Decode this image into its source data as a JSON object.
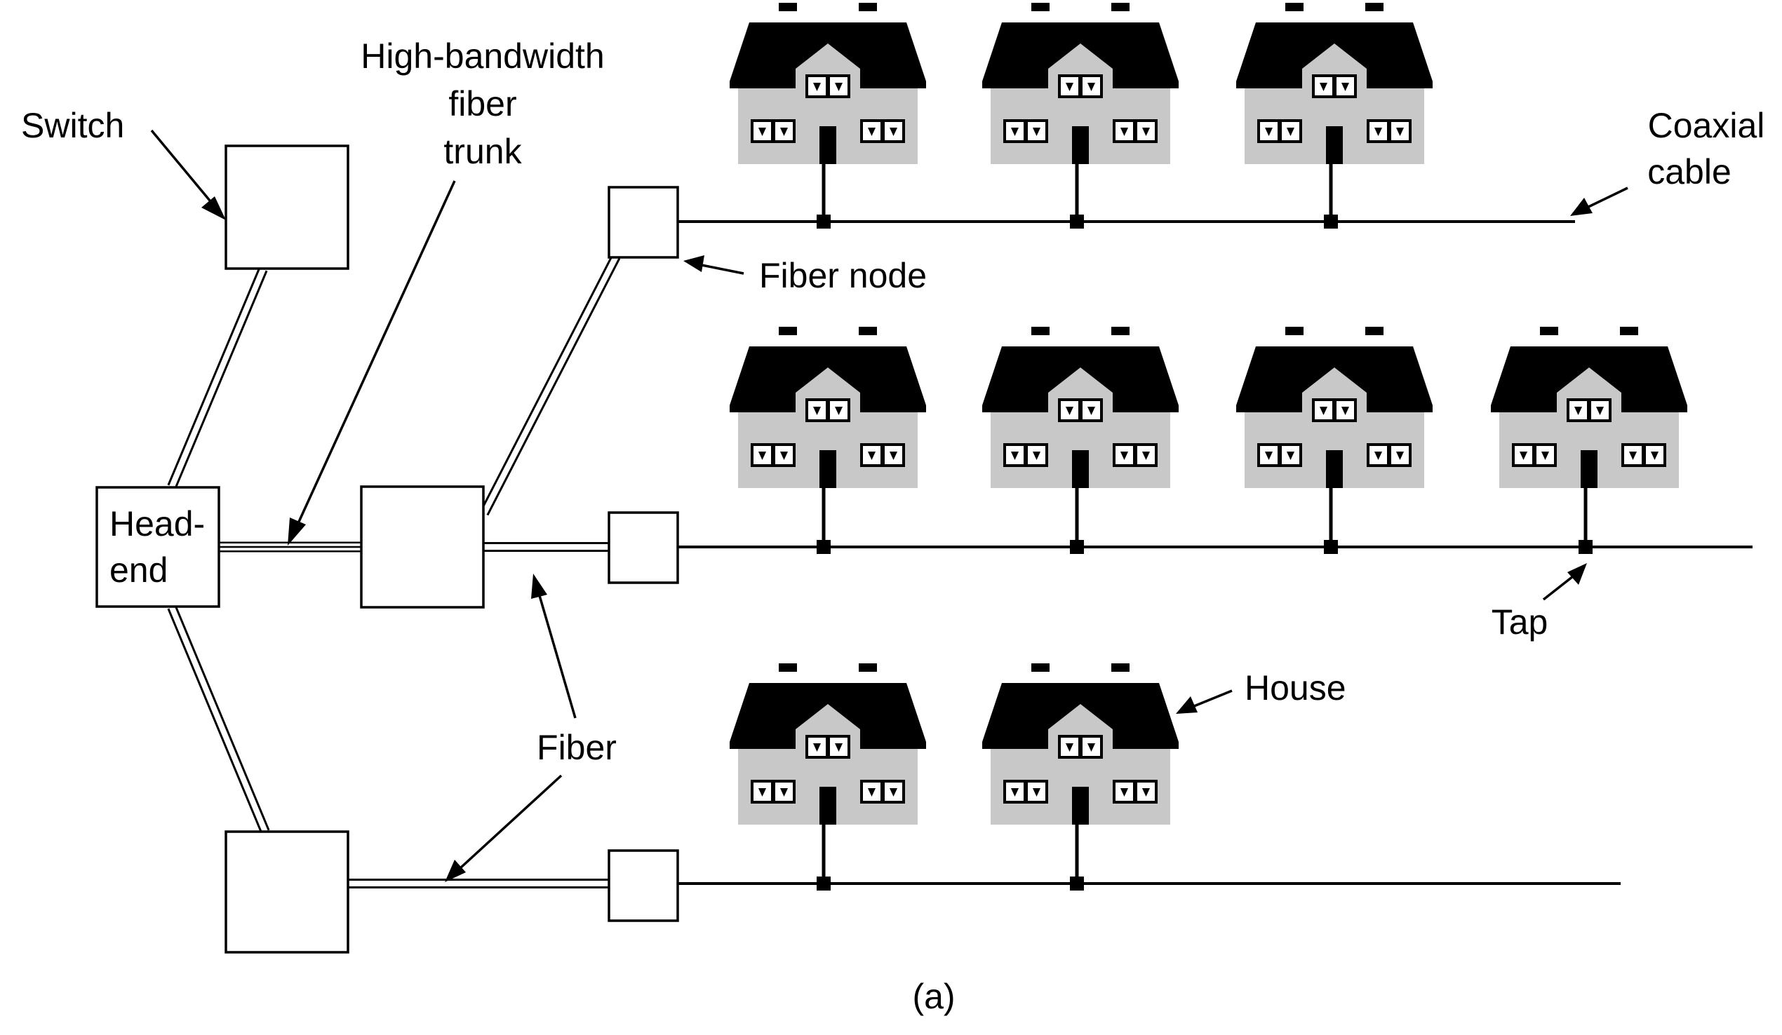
{
  "labels": {
    "switch": "Switch",
    "trunk_line1": "High-bandwidth",
    "trunk_line2": "fiber",
    "trunk_line3": "trunk",
    "coax_line1": "Coaxial",
    "coax_line2": "cable",
    "fiber_node": "Fiber node",
    "headend_line1": "Head-",
    "headend_line2": "end",
    "tap": "Tap",
    "house": "House",
    "fiber": "Fiber",
    "caption": "(a)"
  },
  "rows": [
    {
      "houses": 3
    },
    {
      "houses": 4
    },
    {
      "houses": 2
    }
  ],
  "colors": {
    "roof": "#000000",
    "wall": "#c8c8c8",
    "line": "#000000",
    "background": "#ffffff"
  },
  "icons": [
    "house-icon",
    "tap-icon",
    "switch-box",
    "headend-box",
    "fiber-node-box",
    "arrow-icon"
  ]
}
